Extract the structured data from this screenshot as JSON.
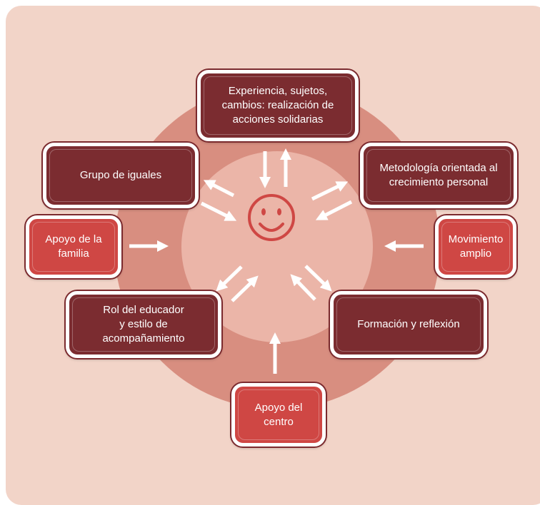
{
  "center": {
    "icon": "smiley-face-icon"
  },
  "nodes": {
    "top": "Experiencia, sujetos,\ncambios: realización de\nacciones solidarias",
    "upper_left": "Grupo de iguales",
    "upper_right": "Metodología orientada al\ncrecimiento personal",
    "left": "Apoyo de la\nfamilia",
    "right": "Movimiento\namplio",
    "lower_left": "Rol del educador\ny estilo de\nacompañamiento",
    "lower_right": "Formación y reflexión",
    "bottom": "Apoyo del\ncentro"
  },
  "colors": {
    "background": "#f2d4c8",
    "outer_ring": "#d88e80",
    "inner_circle": "#ebb5a8",
    "dark_box": "#7b2c30",
    "light_box": "#cf4744",
    "smiley": "#cf4744",
    "arrow": "#ffffff"
  }
}
